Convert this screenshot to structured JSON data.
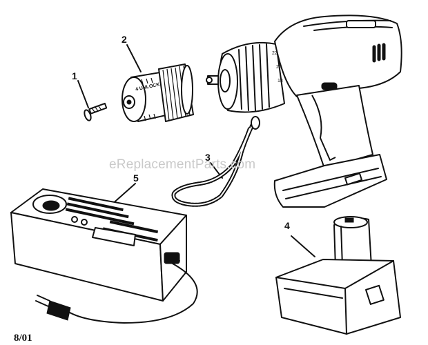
{
  "diagram": {
    "date_code": "8/01",
    "watermark": "eReplacementParts.com",
    "parts": [
      {
        "number": "1",
        "name": "screw"
      },
      {
        "number": "2",
        "name": "chuck"
      },
      {
        "number": "3",
        "name": "lanyard"
      },
      {
        "number": "4",
        "name": "battery"
      },
      {
        "number": "5",
        "name": "charger"
      }
    ],
    "chuck_text": "4 UNLOCK",
    "clutch_scale": [
      "22",
      "20",
      "18"
    ]
  }
}
